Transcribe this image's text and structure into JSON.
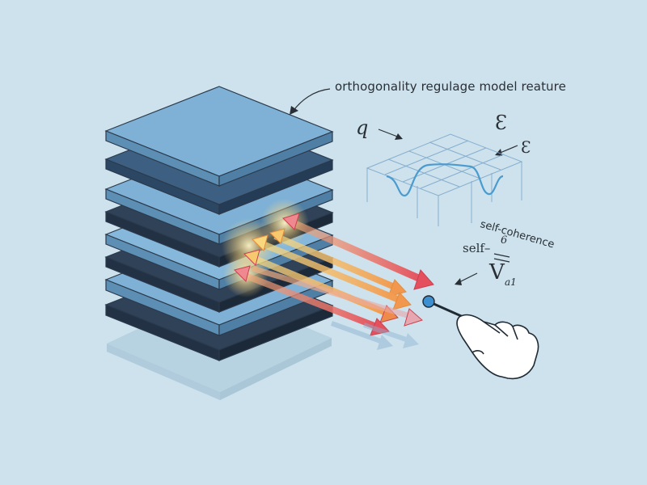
{
  "annotations": {
    "caption": "orthogonality regulage model reature",
    "symbol_q": "q",
    "symbol_epsilon_top": "Ɛ",
    "symbol_epsilon_side": "Ɛ",
    "self_coherence": "self-coherence",
    "self_label": "self–",
    "numerator": "6",
    "symbol_v": "V",
    "subscript": "a1"
  },
  "colors": {
    "background": "#cde2ec",
    "layer_light": "#7fb1d6",
    "layer_dark": "#2f4258",
    "arrow_red": "#e8606b",
    "arrow_orange": "#f3a55a",
    "arrow_yellow": "#f6d46a",
    "curve": "#4a9bcf"
  },
  "icons": [
    "hand-pointer-icon",
    "stylus-icon"
  ]
}
